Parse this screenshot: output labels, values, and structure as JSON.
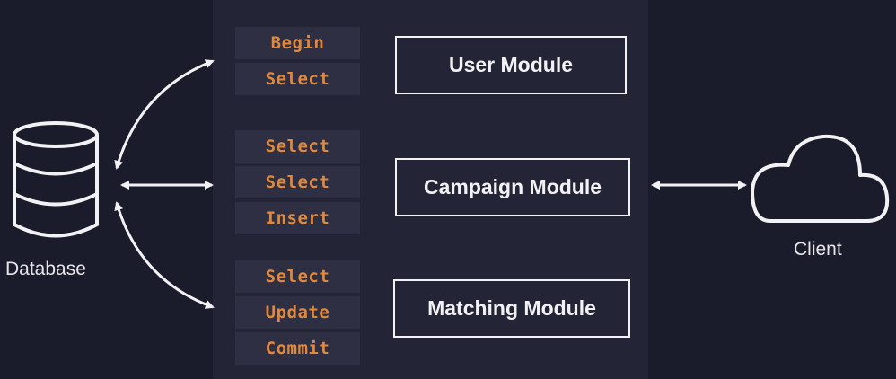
{
  "database": {
    "label": "Database"
  },
  "client": {
    "label": "Client"
  },
  "modules": [
    {
      "name": "User Module",
      "ops": [
        "Begin",
        "Select"
      ]
    },
    {
      "name": "Campaign Module",
      "ops": [
        "Select",
        "Select",
        "Insert"
      ]
    },
    {
      "name": "Matching Module",
      "ops": [
        "Select",
        "Update",
        "Commit"
      ]
    }
  ],
  "colors": {
    "background": "#1b1c2b",
    "panel": "#232436",
    "op_text": "#e0893e",
    "line": "#f2f2f4"
  }
}
